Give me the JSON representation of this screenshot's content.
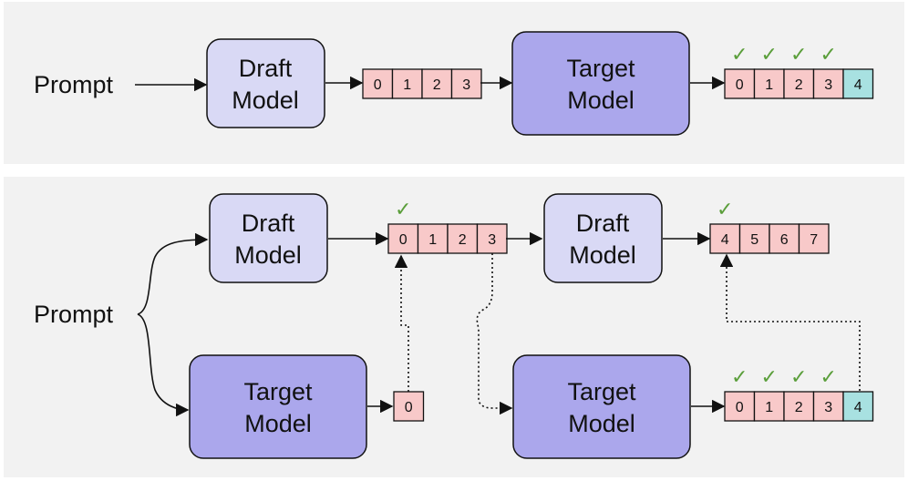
{
  "colors": {
    "panel_bg": "#f2f2f2",
    "draft_fill": "#d9d9f5",
    "target_fill": "#aba7ec",
    "token_fill": "#f8c9c9",
    "bonus_fill": "#a8e1e1",
    "check": "#5a9e3a",
    "stroke": "#111111"
  },
  "labels": {
    "prompt": "Prompt",
    "draft_line1": "Draft",
    "draft_line2": "Model",
    "target_line1": "Target",
    "target_line2": "Model",
    "check_glyph": "✓"
  },
  "top": {
    "draft_tokens": [
      "0",
      "1",
      "2",
      "3"
    ],
    "verified_tokens": [
      "0",
      "1",
      "2",
      "3",
      "4"
    ]
  },
  "bottom": {
    "draft1_tokens": [
      "0",
      "1",
      "2",
      "3"
    ],
    "target1_tokens": [
      "0"
    ],
    "draft2_tokens": [
      "4",
      "5",
      "6",
      "7"
    ],
    "verified_tokens": [
      "0",
      "1",
      "2",
      "3",
      "4"
    ]
  }
}
